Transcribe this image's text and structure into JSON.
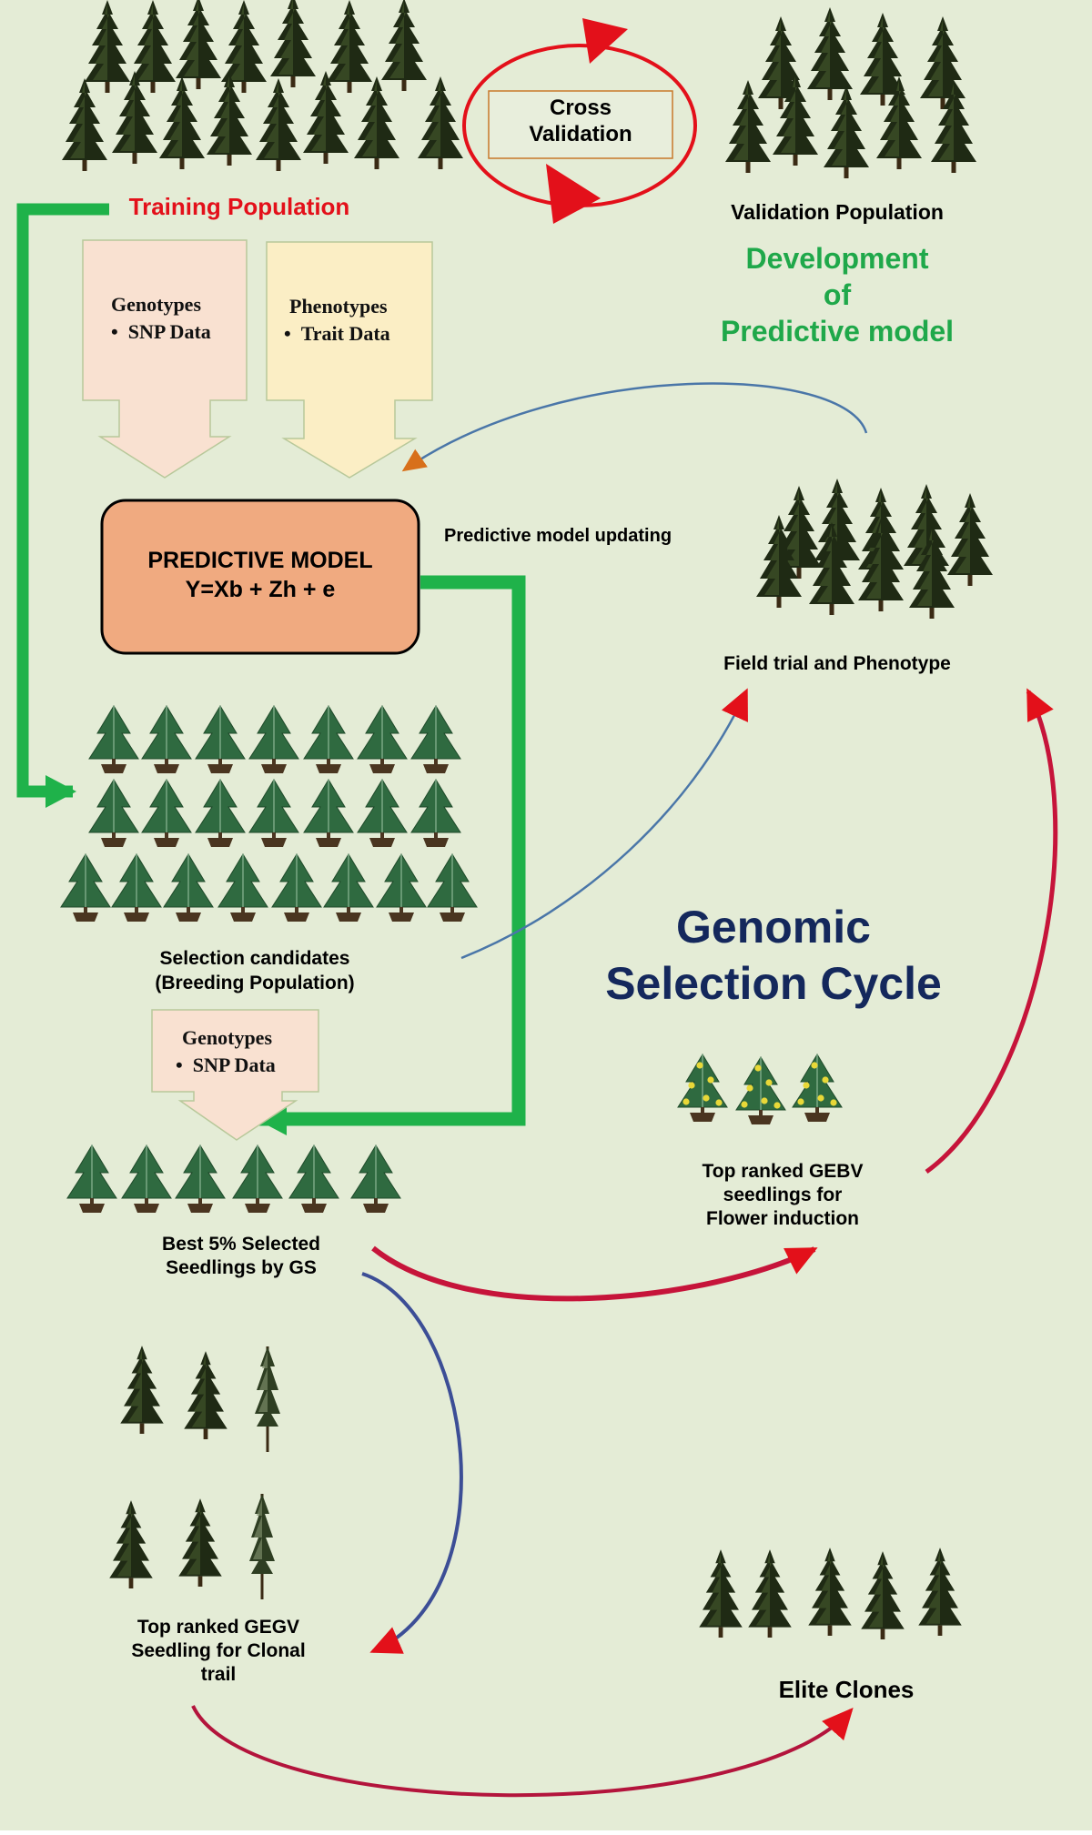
{
  "colors": {
    "background": "#e4ecd6",
    "green_arrow": "#1fb24a",
    "red_arrow": "#e3101a",
    "blue_curve": "#4a76a8",
    "title_navy": "#14285c",
    "green_heading": "#1fa84a",
    "red_label": "#e3101a",
    "box_peach": "#f9e1d1",
    "box_yellow": "#fbeec5",
    "model_orange": "#f0aa80",
    "dark_tree": "#1f2a14",
    "potted_tree": "#2f6a40"
  },
  "top": {
    "training_population": "Training Population",
    "cross_validation": "Cross Validation",
    "validation_population": "Validation Population",
    "development_heading": [
      "Development",
      "of",
      "Predictive model"
    ]
  },
  "inputs": {
    "genotypes_title": "Genotypes",
    "genotypes_item": "SNP Data",
    "phenotypes_title": "Phenotypes",
    "phenotypes_item": "Trait Data"
  },
  "model": {
    "title": "PREDICTIVE MODEL",
    "equation": "Y=Xb + Zh + e",
    "updating_label": "Predictive model updating"
  },
  "field_trial_label": "Field trial and Phenotype",
  "selection_candidates": [
    "Selection candidates",
    "(Breeding Population)"
  ],
  "cycle_title": [
    "Genomic",
    "Selection Cycle"
  ],
  "genotypes2": {
    "title": "Genotypes",
    "item": "SNP Data"
  },
  "best_selected": [
    "Best 5% Selected",
    "Seedlings by GS"
  ],
  "top_ranked_gebv": [
    "Top ranked GEBV",
    "seedlings for",
    "Flower induction"
  ],
  "top_ranked_gegv": [
    "Top ranked GEGV",
    "Seedling for Clonal",
    "trail"
  ],
  "elite_clones": "Elite Clones",
  "icons": [
    "conifer-tree-icon",
    "potted-conifer-icon",
    "flowering-seedling-icon",
    "slender-tree-icon"
  ]
}
